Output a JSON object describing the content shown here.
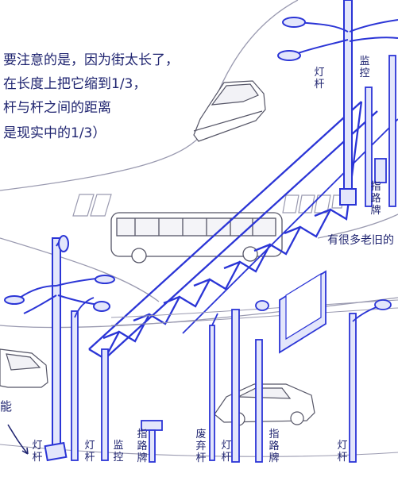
{
  "note": {
    "line1": "要注意的是，因为街太长了，",
    "line2": "在长度上把它缩到1/3，",
    "line3": "杆与杆之间的距离",
    "line4": "是现实中的1/3）"
  },
  "side_note": "有很多老旧的",
  "cut_text": "能",
  "labels": {
    "lamp_top": "灯杆",
    "monitor_top": "监控",
    "sign_top": "指路牌",
    "lamp_a": "灯杆",
    "lamp_b": "灯杆",
    "monitor_b": "监控",
    "sign_b": "指路牌",
    "abandoned": "废弃杆",
    "lamp_c": "灯杆",
    "sign_c": "指路牌",
    "lamp_d": "灯杆"
  },
  "colors": {
    "accent": "#2b35d6",
    "ink": "#1f2470",
    "pole_fill": "#e3e6fb",
    "line_gray": "#9a9ab0"
  }
}
